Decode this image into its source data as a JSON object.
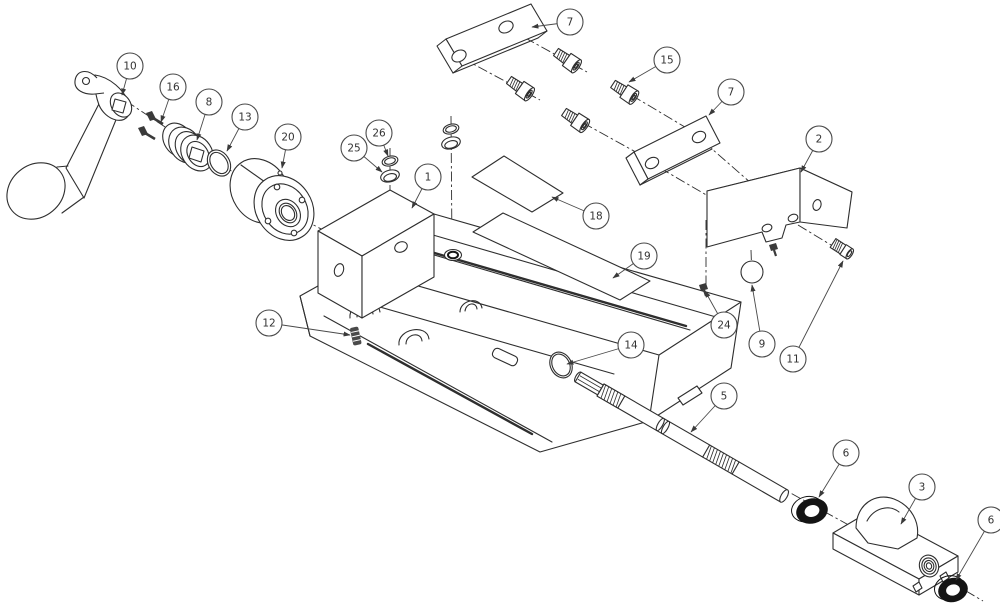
{
  "diagram": {
    "background": "#ffffff",
    "line_color": "#2e2e2e",
    "washer_fill": "#141414",
    "callout_stroke": "#4a4a4a"
  },
  "callouts": [
    {
      "number": "10"
    },
    {
      "number": "16"
    },
    {
      "number": "8"
    },
    {
      "number": "13"
    },
    {
      "number": "20"
    },
    {
      "number": "26"
    },
    {
      "number": "25"
    },
    {
      "number": "1"
    },
    {
      "number": "7"
    },
    {
      "number": "15"
    },
    {
      "number": "7"
    },
    {
      "number": "2"
    },
    {
      "number": "18"
    },
    {
      "number": "19"
    },
    {
      "number": "12"
    },
    {
      "number": "14"
    },
    {
      "number": "24"
    },
    {
      "number": "9"
    },
    {
      "number": "11"
    },
    {
      "number": "5"
    },
    {
      "number": "6"
    },
    {
      "number": "3"
    },
    {
      "number": "6"
    }
  ]
}
